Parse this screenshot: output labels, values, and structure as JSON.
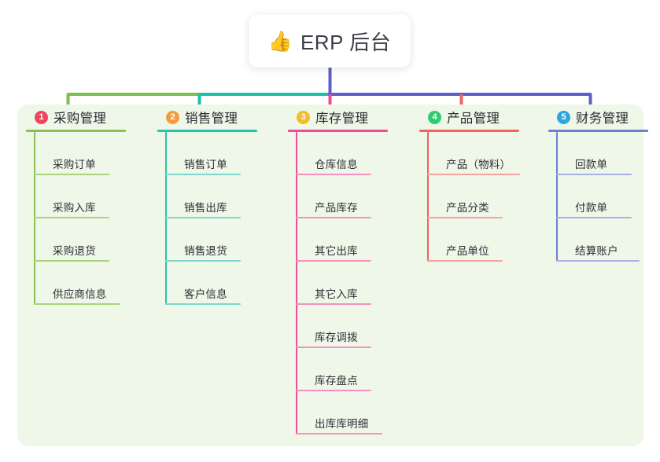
{
  "diagram": {
    "type": "mind-map",
    "title": "ERP 后台",
    "root": {
      "icon": "thumbs-up-icon",
      "emoji": "👍",
      "label": "ERP 后台",
      "stem_color": "#5b5fc7"
    },
    "panel_background": "#eef7e8",
    "connector_colors": {
      "segment_green": "#7cbf4f",
      "segment_teal": "#16c2a8",
      "segment_blue": "#5b5fc7",
      "drop_pink": "#ef4d9b",
      "drop_red": "#f2645e"
    },
    "branches": [
      {
        "number": "1",
        "title": "采购管理",
        "badge_color": "#f0455f",
        "line_color": "#8cc152",
        "items": [
          "采购订单",
          "采购入库",
          "采购退货",
          "供应商信息"
        ]
      },
      {
        "number": "2",
        "title": "销售管理",
        "badge_color": "#f39c3d",
        "line_color": "#27c3b0",
        "items": [
          "销售订单",
          "销售出库",
          "销售退货",
          "客户信息"
        ]
      },
      {
        "number": "3",
        "title": "库存管理",
        "badge_color": "#f5bc2a",
        "line_color": "#ef4d9b",
        "items": [
          "仓库信息",
          "产品库存",
          "其它出库",
          "其它入库",
          "库存调拨",
          "库存盘点",
          "出库库明细"
        ]
      },
      {
        "number": "4",
        "title": "产品管理",
        "badge_color": "#27c козak",
        "badge_color_fixed": "#2ecc71",
        "line_color": "#f2645e",
        "items": [
          "产品（物料）",
          "产品分类",
          "产品单位"
        ]
      },
      {
        "number": "5",
        "title": "财务管理",
        "badge_color": "#29a8e0",
        "line_color": "#6f7fd4",
        "items": [
          "回款单",
          "付款单",
          "结算账户"
        ]
      }
    ]
  }
}
